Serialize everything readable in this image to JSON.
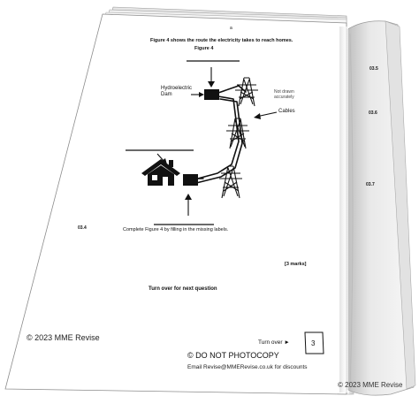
{
  "page": {
    "top_mark": "a",
    "intro": "Figure 4 shows the route the electricity takes to reach homes.",
    "figure_title": "Figure 4",
    "label_dam": "Hydroelectric Dam",
    "label_not_drawn": "Not drawn accurately",
    "label_cables": "Cables",
    "question_number": "03.4",
    "question_text": "Complete Figure 4 by filling in the missing labels.",
    "marks": "[3 marks]",
    "turn_over_next": "Turn over for next question",
    "copyright": "© 2023 MME Revise",
    "turn_over": "Turn over ►",
    "page_number": "3",
    "do_not_photocopy": "© DO NOT PHOTOCOPY",
    "email": "Email Revise@MMERevise.co.uk for discounts"
  },
  "right_page": {
    "q1": "03.5",
    "q2": "03.6",
    "q3": "03.7",
    "copyright": "© 2023 MME Revise"
  }
}
